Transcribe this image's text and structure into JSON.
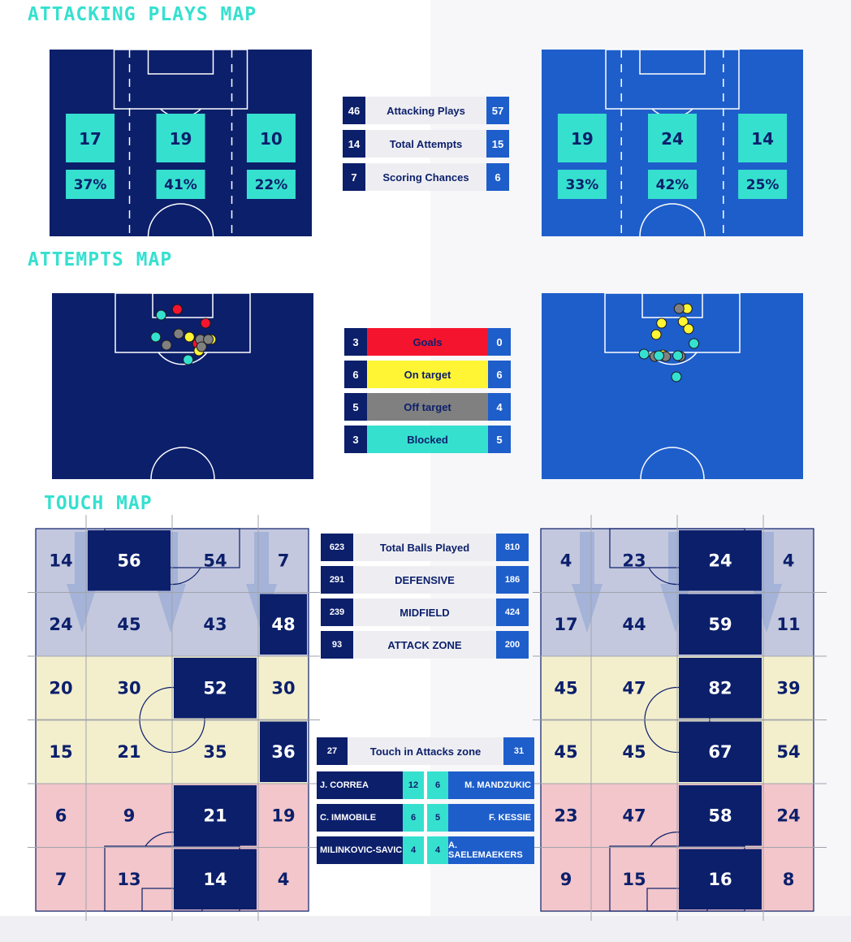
{
  "titles": {
    "attacking_plays": "ATTACKING PLAYS MAP",
    "attempts": "ATTEMPTS MAP",
    "touch": "TOUCH MAP"
  },
  "colors": {
    "home_pitch": "#0c1f6b",
    "away_pitch": "#1e5ecb",
    "accent": "#36e0cf",
    "goal": "#f5142d",
    "on_target": "#fff534",
    "off_target": "#808080",
    "blocked": "#36e0cf",
    "zone_defensive": "#c3c8de",
    "zone_midfield": "#f3efcd",
    "zone_attack": "#f2c6ca"
  },
  "attacking_plays": {
    "home": {
      "counts": [
        "17",
        "19",
        "10"
      ],
      "pcts": [
        "37%",
        "41%",
        "22%"
      ]
    },
    "away": {
      "counts": [
        "19",
        "24",
        "14"
      ],
      "pcts": [
        "33%",
        "42%",
        "25%"
      ]
    }
  },
  "comparison": [
    {
      "label": "Attacking Plays",
      "home": "46",
      "away": "57"
    },
    {
      "label": "Total Attempts",
      "home": "14",
      "away": "15"
    },
    {
      "label": "Scoring Chances",
      "home": "7",
      "away": "6"
    }
  ],
  "attempts_legend": [
    {
      "label": "Goals",
      "home": "3",
      "away": "0",
      "type": "goal"
    },
    {
      "label": "On target",
      "home": "6",
      "away": "6",
      "type": "on_target"
    },
    {
      "label": "Off target",
      "home": "5",
      "away": "4",
      "type": "off_target"
    },
    {
      "label": "Blocked",
      "home": "3",
      "away": "5",
      "type": "blocked"
    }
  ],
  "chart_data": [
    {
      "type": "scatter",
      "title": "",
      "series": [
        {
          "name": "Goals",
          "points": [
            [
              46,
              20
            ],
            [
              67,
              37
            ],
            [
              61,
              62
            ]
          ]
        },
        {
          "name": "On target",
          "points": [
            [
              55,
              54
            ],
            [
              71,
              57
            ],
            [
              62,
              71
            ]
          ]
        },
        {
          "name": "Off target",
          "points": [
            [
              47,
              50
            ],
            [
              38,
              64
            ],
            [
              63,
              57
            ],
            [
              69,
              57
            ],
            [
              64,
              66
            ]
          ]
        },
        {
          "name": "Blocked",
          "points": [
            [
              34,
              27
            ],
            [
              30,
              54
            ],
            [
              54,
              82
            ]
          ]
        }
      ]
    },
    {
      "type": "scatter",
      "title": "",
      "series": [
        {
          "name": "Goals",
          "points": []
        },
        {
          "name": "On target",
          "points": [
            [
              61,
              19
            ],
            [
              58,
              35
            ],
            [
              42,
              37
            ],
            [
              62,
              44
            ],
            [
              38,
              51
            ],
            [
              43,
              76
            ]
          ]
        },
        {
          "name": "Off target",
          "points": [
            [
              55,
              19
            ],
            [
              37,
              78
            ],
            [
              45,
              78
            ],
            [
              56,
              78
            ]
          ]
        },
        {
          "name": "Blocked",
          "points": [
            [
              66,
              62
            ],
            [
              29,
              75
            ],
            [
              40,
              77
            ],
            [
              54,
              77
            ],
            [
              53,
              103
            ]
          ]
        }
      ]
    },
    {
      "type": "heatmap",
      "title": "",
      "grid": [
        [
          "14",
          "56",
          "54",
          "7"
        ],
        [
          "24",
          "45",
          "43",
          "48"
        ],
        [
          "20",
          "30",
          "52",
          "30"
        ],
        [
          "15",
          "21",
          "35",
          "36"
        ],
        [
          "6",
          "9",
          "21",
          "19"
        ],
        [
          "7",
          "13",
          "14",
          "4"
        ]
      ],
      "highlight": [
        [
          0,
          1
        ],
        [
          1,
          3
        ],
        [
          2,
          2
        ],
        [
          3,
          3
        ],
        [
          4,
          2
        ],
        [
          5,
          2
        ]
      ]
    },
    {
      "type": "heatmap",
      "title": "",
      "grid": [
        [
          "4",
          "23",
          "24",
          "4"
        ],
        [
          "17",
          "44",
          "59",
          "11"
        ],
        [
          "45",
          "47",
          "82",
          "39"
        ],
        [
          "45",
          "45",
          "67",
          "54"
        ],
        [
          "23",
          "47",
          "58",
          "24"
        ],
        [
          "9",
          "15",
          "16",
          "8"
        ]
      ],
      "highlight": [
        [
          0,
          2
        ],
        [
          1,
          2
        ],
        [
          2,
          2
        ],
        [
          3,
          2
        ],
        [
          4,
          2
        ],
        [
          5,
          2
        ]
      ]
    }
  ],
  "touch_stats": [
    {
      "label": "Total Balls Played",
      "home": "623",
      "away": "810"
    },
    {
      "label": "DEFENSIVE",
      "home": "291",
      "away": "186"
    },
    {
      "label": "MIDFIELD",
      "home": "239",
      "away": "424"
    },
    {
      "label": "ATTACK ZONE",
      "home": "93",
      "away": "200"
    }
  ],
  "attack_zone": {
    "label": "Touch in Attacks zone",
    "home": "27",
    "away": "31",
    "players": [
      {
        "home_name": "J. CORREA",
        "home_value": "12",
        "away_value": "6",
        "away_name": "M. MANDZUKIC"
      },
      {
        "home_name": "C. IMMOBILE",
        "home_value": "6",
        "away_value": "5",
        "away_name": "F. KESSIE"
      },
      {
        "home_name": "MILINKOVIC-SAVIC",
        "home_value": "4",
        "away_value": "4",
        "away_name": "A. SAELEMAEKERS"
      }
    ]
  }
}
